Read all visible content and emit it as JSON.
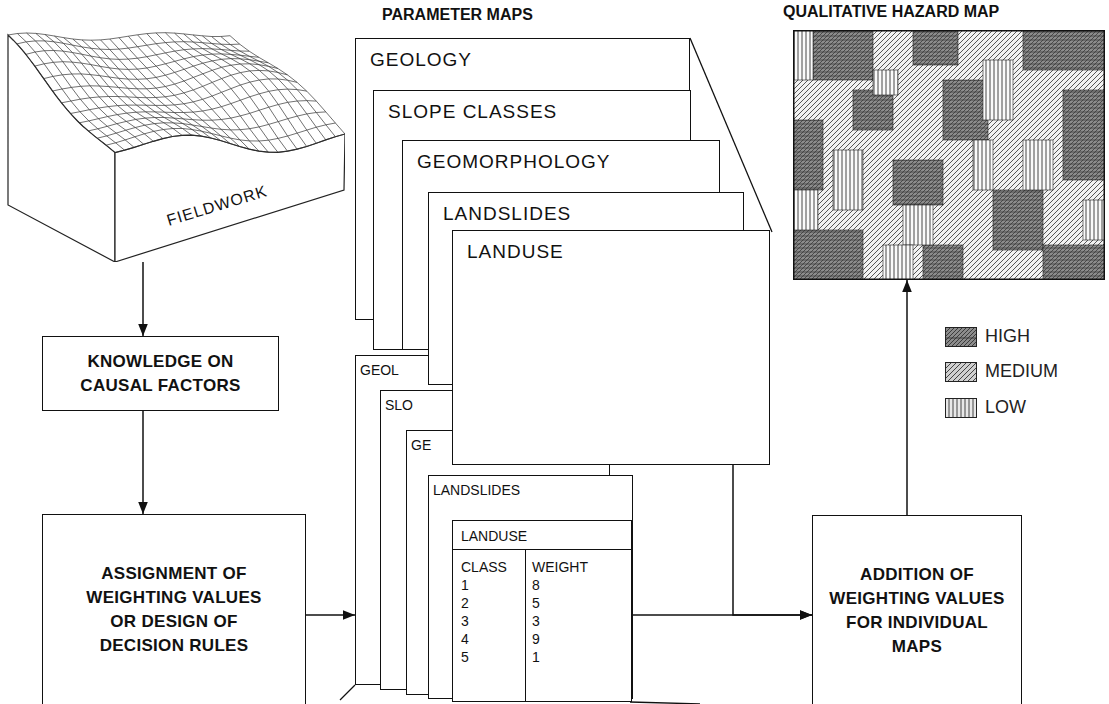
{
  "diagram": {
    "nodes": [
      {
        "text": [
          "FIELDWORK"
        ]
      },
      {
        "text": [
          "KNOWLEDGE ON CAUSAL FACTORS"
        ]
      },
      {
        "text": [
          "ASSIGNMENT OF WEIGHTING VALUES OR DESIGN OF DECISION RULES"
        ]
      },
      {
        "text": [
          "GEOLOGY"
        ]
      },
      {
        "text": [
          "SLOPE CLASSES"
        ]
      },
      {
        "text": [
          "GEOMORPHOLOGY"
        ]
      },
      {
        "text": [
          "LANDSLIDES"
        ]
      },
      {
        "text": [
          "LANDUSE"
        ]
      },
      {
        "text": [
          "GEOL"
        ]
      },
      {
        "text": [
          "SLO"
        ]
      },
      {
        "text": [
          "GE"
        ]
      },
      {
        "text": [
          "LANDSLIDES"
        ]
      },
      {
        "text": [
          "LANDUSE"
        ]
      },
      {
        "text": [
          "QUALITATIVE HAZARD MAP"
        ]
      },
      {
        "text": [
          "ADDITION OF WEIGHTING VALUES FOR INDIVIDUAL MAPS"
        ]
      }
    ],
    "edges": [
      {
        "from": 0,
        "to": 1,
        "arrow": "to"
      },
      {
        "from": 1,
        "to": 2,
        "arrow": "to"
      },
      {
        "from": 2,
        "to": 8,
        "arrow": "to"
      },
      {
        "from": 12,
        "to": 14,
        "arrow": "to"
      },
      {
        "from": 7,
        "to": 14,
        "arrow": "to"
      },
      {
        "from": 14,
        "to": 13,
        "arrow": "to"
      }
    ],
    "labels": [
      "PARAMETER MAPS",
      "CLASS",
      "1",
      "2",
      "3",
      "4",
      "5",
      "WEIGHT",
      "8",
      "5",
      "3",
      "9",
      "1"
    ],
    "legend": [
      {
        "text": "HIGH",
        "color": "#8c8c8c"
      },
      {
        "text": "MEDIUM",
        "color": "#d0d0d0"
      },
      {
        "text": "LOW",
        "color": "#e8e8e8"
      }
    ]
  }
}
